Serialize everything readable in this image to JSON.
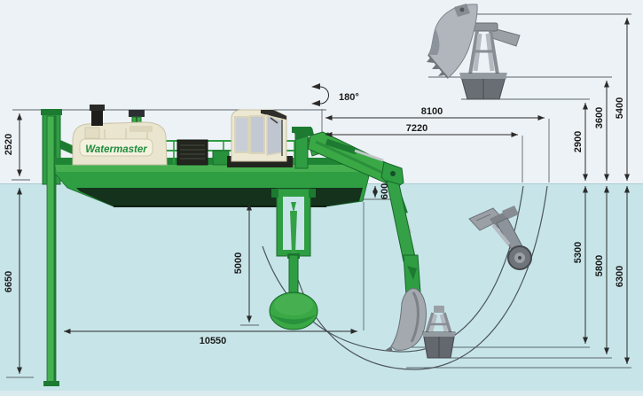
{
  "brand": {
    "logo": "Watermaster"
  },
  "dimensions": {
    "deck_height": "2520",
    "spud_depth": "6650",
    "pump_depth": "5000",
    "pump_reach": "10550",
    "hull_draft": "600",
    "reach_inner": "7220",
    "reach_outer": "8100",
    "slew_angle": "180°",
    "lift_height_grab": "2900",
    "lift_height_bucket": "3600",
    "lift_height_max": "5400",
    "dig_depth_bucket": "5300",
    "dig_depth_grab": "5800",
    "dig_depth_max": "6300"
  },
  "colors": {
    "sky": "#edf2f6",
    "water": "#c7e5e9",
    "seabed": "#d9ebee",
    "machine_green": "#2f9e43",
    "machine_green_bright": "#46b050",
    "machine_green_dark": "#1d7a31",
    "cream": "#e9e5cf",
    "steel_grey": "#9aa0a5",
    "dim_line": "#2b2b2b"
  }
}
